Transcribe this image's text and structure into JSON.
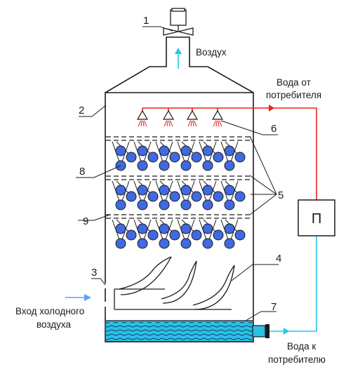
{
  "diagram": {
    "numbers": {
      "n1": "1",
      "n2": "2",
      "n3": "3",
      "n4": "4",
      "n5": "5",
      "n6": "6",
      "n7": "7",
      "n8": "8",
      "n9": "9"
    },
    "captions": {
      "air_out": "Воздух",
      "water_from": [
        "Вода от",
        "потребителя"
      ],
      "cold_air_in": [
        "Вход холодного",
        "воздуха"
      ],
      "water_to": [
        "Вода к",
        "потребителю"
      ],
      "box_label": "П"
    },
    "colors": {
      "hot_water": "#e8231c",
      "cold_water": "#26c6e8",
      "air_arrow": "#5aa0ff",
      "ball": "#4169e1",
      "tank_water": "#29c1e6",
      "outline": "#1a1a1a"
    }
  }
}
